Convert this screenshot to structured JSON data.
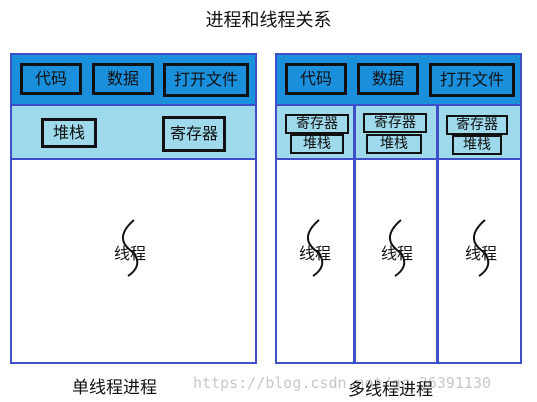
{
  "title": "进程和线程关系",
  "single": {
    "resources": [
      "代码",
      "数据",
      "打开文件"
    ],
    "stack": "堆栈",
    "register": "寄存器",
    "thread": "线程",
    "caption": "单线程进程"
  },
  "multi": {
    "resources": [
      "代码",
      "数据",
      "打开文件"
    ],
    "threads": [
      {
        "register": "寄存器",
        "stack": "堆栈",
        "thread": "线程"
      },
      {
        "register": "寄存器",
        "stack": "堆栈",
        "thread": "线程"
      },
      {
        "register": "寄存器",
        "stack": "堆栈",
        "thread": "线程"
      }
    ],
    "caption": "多线程进程"
  },
  "watermark": "https://blog.csdn.net/qq_36391130",
  "colors": {
    "process_border": "#3f4fc9",
    "resource_band": "#1a8fdc",
    "context_band": "#9fd9ec"
  }
}
